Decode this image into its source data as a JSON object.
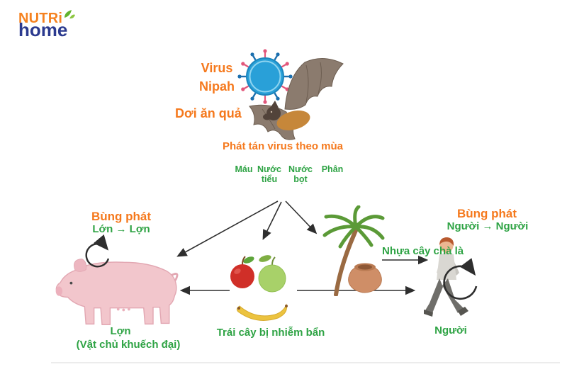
{
  "brand": {
    "line1": "NUTRi",
    "line2": "home"
  },
  "virus": {
    "line1": "Virus",
    "line2": "Nipah"
  },
  "bat": {
    "label": "Dơi ăn quả"
  },
  "spread": {
    "heading": "Phát tán virus theo mùa",
    "droplets": [
      {
        "label": "Máu",
        "color": "#c9394e"
      },
      {
        "label": "Nước tiểu",
        "color": "#eab226"
      },
      {
        "label": "Nước bọt",
        "color": "#f29079"
      },
      {
        "label": "Phân",
        "color": "#5c2530"
      }
    ]
  },
  "pig_outbreak": {
    "title": "Bùng phát",
    "cycle": "Lớn → Lợn"
  },
  "human_outbreak": {
    "title": "Bùng phát",
    "cycle": "Người → Người"
  },
  "pig": {
    "name": "Lợn",
    "role": "(Vật chủ khuếch đại)"
  },
  "fruit": {
    "label": "Trái cây bị nhiễm bẩn"
  },
  "palm": {
    "label": "Nhựa cây chà là"
  },
  "human": {
    "name": "Người"
  },
  "colors": {
    "accent_orange": "#f5791d",
    "accent_green": "#2ea344",
    "arrow_black": "#2e2e2e",
    "virus_blue": "#29a0d8",
    "virus_spike_pink": "#e2577b",
    "bat_brown": "#8b7b6e",
    "bat_body_orange": "#c6873a",
    "pig_pink": "#f2c6cc",
    "logo_orange": "#f58220",
    "logo_navy": "#2b3a8f"
  }
}
